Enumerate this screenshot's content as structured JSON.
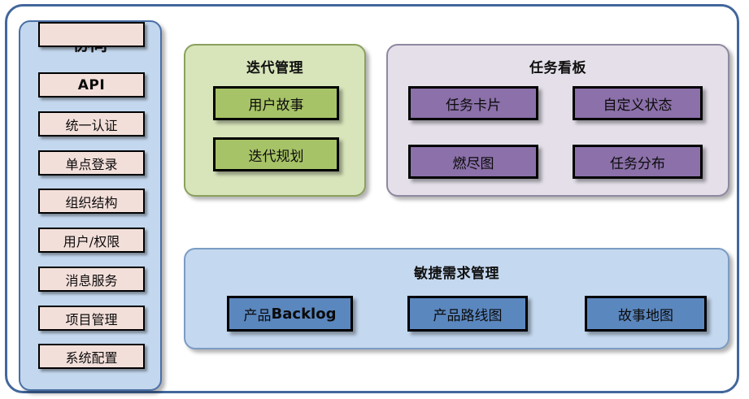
{
  "diagram": {
    "colors": {
      "frame_border": "#42679c",
      "sidebar_bg": "#c3d7ee",
      "sidebar_item_bg": "#f3dfda",
      "iteration_bg": "#d8e5bb",
      "iteration_box_bg": "#a7c367",
      "taskboard_bg": "#e4dfe9",
      "taskboard_box_bg": "#8b70a9",
      "agile_bg": "#c4d8ef",
      "agile_box_bg": "#5b87bf"
    }
  },
  "sidebar": {
    "title": "协同",
    "items": [
      {
        "label": "API"
      },
      {
        "label": "统一认证"
      },
      {
        "label": "单点登录"
      },
      {
        "label": "组织结构"
      },
      {
        "label": "用户/权限"
      },
      {
        "label": "消息服务"
      },
      {
        "label": "项目管理"
      },
      {
        "label": "系统配置"
      }
    ]
  },
  "iteration": {
    "title": "迭代管理",
    "items": [
      {
        "label": "用户故事"
      },
      {
        "label": "迭代规划"
      }
    ]
  },
  "taskboard": {
    "title": "任务看板",
    "items": [
      {
        "label": "任务卡片"
      },
      {
        "label": "自定义状态"
      },
      {
        "label": "燃尽图"
      },
      {
        "label": "任务分布"
      }
    ]
  },
  "agile": {
    "title": "敏捷需求管理",
    "items": [
      {
        "label_cn": "产品",
        "label_latin": "Backlog"
      },
      {
        "label_cn": "产品路线图",
        "label_latin": ""
      },
      {
        "label_cn": "故事地图",
        "label_latin": ""
      }
    ]
  }
}
